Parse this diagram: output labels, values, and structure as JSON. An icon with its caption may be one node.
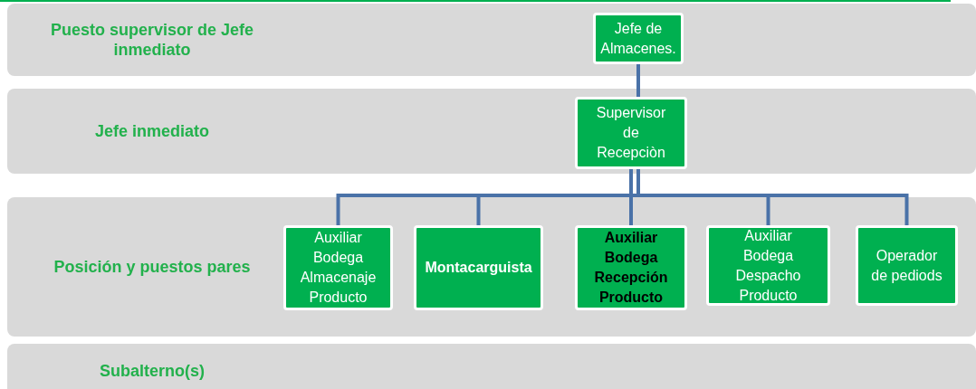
{
  "diagram": {
    "nodes": [
      {
        "text": [
          "Puesto supervisor de Jefe inmediato"
        ]
      },
      {
        "text": [
          "Jefe de Almacenes."
        ],
        "in": 0
      },
      {
        "text": [
          "Jefe inmediato"
        ]
      },
      {
        "text": [
          "Supervisor de Recepciòn"
        ],
        "in": 2
      },
      {
        "text": [
          "Posición y puestos pares"
        ]
      },
      {
        "text": [
          "Auxiliar Bodega Almacenaje Producto"
        ],
        "in": 4
      },
      {
        "text": [
          "Montacarguista"
        ],
        "in": 4
      },
      {
        "text": [
          "Auxiliar Bodega Recepción Producto"
        ],
        "in": 4
      },
      {
        "text": [
          "Auxiliar Bodega Despacho Producto"
        ],
        "in": 4
      },
      {
        "text": [
          "Operador de pediods"
        ],
        "in": 4
      },
      {
        "text": [
          "Subalterno(s)"
        ]
      }
    ],
    "edges": [
      {
        "from": 1,
        "to": 3,
        "arrow": "none"
      },
      {
        "from": 3,
        "to": 5,
        "arrow": "none"
      },
      {
        "from": 3,
        "to": 6,
        "arrow": "none"
      },
      {
        "from": 3,
        "to": 7,
        "arrow": "none"
      },
      {
        "from": 3,
        "to": 8,
        "arrow": "none"
      },
      {
        "from": 3,
        "to": 9,
        "arrow": "none"
      }
    ]
  }
}
